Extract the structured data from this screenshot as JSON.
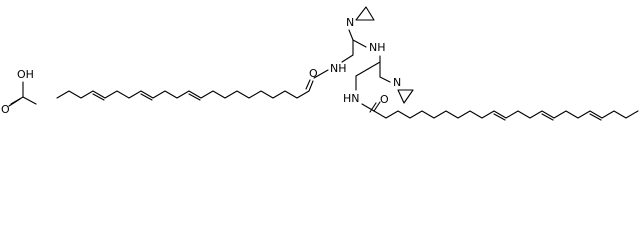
{
  "atoms": {
    "hydroxyl": "OH",
    "acid_oxygen": "O",
    "top_aziridine_nitrogen": "N",
    "amine": "NH",
    "top_amide_nh": "NH",
    "top_amide_oxygen": "O",
    "bottom_aziridine_nitrogen": "N",
    "bottom_amide_nh": "HN",
    "bottom_amide_oxygen": "O"
  },
  "colors": {
    "ink": "#000000",
    "background": "#ffffff"
  }
}
